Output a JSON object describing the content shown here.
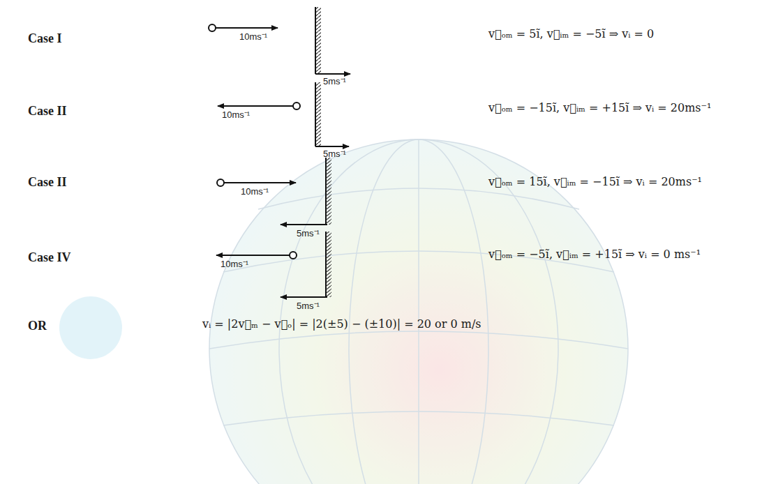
{
  "diagram": {
    "labels": [
      "Case I",
      "10ms⁻¹",
      "5ms⁻¹",
      "v⃗ₒₘ = 5ĩ, v⃗ᵢₘ = −5ĩ ⇒ vᵢ = 0",
      "Case II",
      "10ms⁻¹",
      "5ms⁻¹",
      "v⃗ₒₘ = −15ĩ, v⃗ᵢₘ = +15ĩ ⇒ vᵢ = 20ms⁻¹",
      "Case II",
      "10ms⁻¹",
      "5ms⁻¹",
      "v⃗ₒₘ = 15ĩ, v⃗ᵢₘ = −15ĩ ⇒ vᵢ = 20ms⁻¹",
      "Case IV",
      "10ms⁻¹",
      "5ms⁻¹",
      "v⃗ₒₘ = −5ĩ, v⃗ᵢₘ = +15ĩ ⇒ vᵢ = 0 ms⁻¹",
      "OR",
      "vᵢ = |2v⃗ₘ − v⃗ₒ| = |2(±5) − (±10)| = 20 or 0 m/s"
    ]
  }
}
